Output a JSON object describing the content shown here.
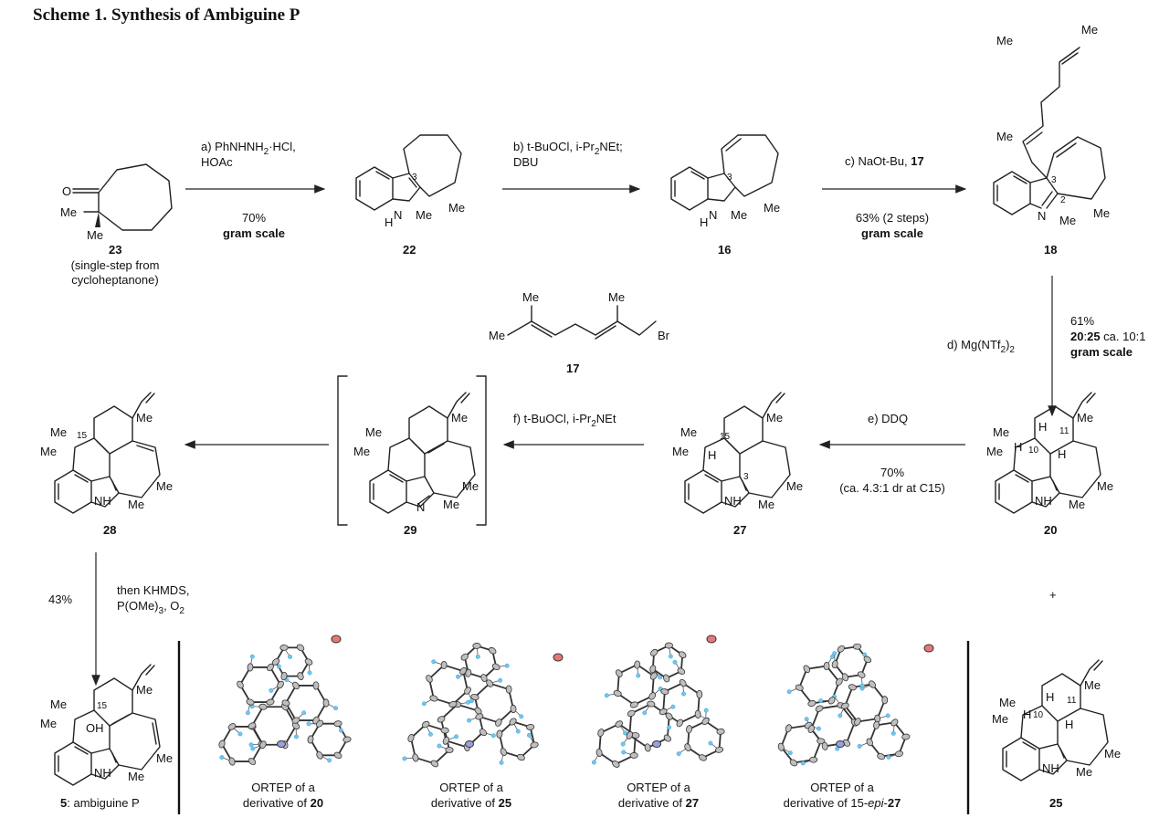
{
  "title": "Scheme 1. Synthesis of Ambiguine P",
  "compounds": {
    "c23": {
      "label": "23",
      "note1": "(single-step from",
      "note2": "cycloheptanone)"
    },
    "c22": {
      "label": "22"
    },
    "c16": {
      "label": "16"
    },
    "c18": {
      "label": "18"
    },
    "c17": {
      "label": "17"
    },
    "c20": {
      "label": "20"
    },
    "c27": {
      "label": "27"
    },
    "c29": {
      "label": "29"
    },
    "c28": {
      "label": "28"
    },
    "c5": {
      "label_num": "5",
      "label_rest": ": ambiguine P"
    },
    "c25": {
      "label": "25"
    }
  },
  "steps": {
    "a": {
      "line1": "a) PhNHNH",
      "line1b": "·HCl,",
      "line2": "HOAc",
      "yield": "70%",
      "scale": "gram scale"
    },
    "b": {
      "line1": "b) t-BuOCl, i-Pr",
      "line1b": "NEt;",
      "line2": "DBU"
    },
    "c": {
      "line1": "c) NaOt-Bu, ",
      "reagent": "17",
      "yield": "63% (2 steps)",
      "scale": "gram scale"
    },
    "d": {
      "reagent": "d) Mg(NTf",
      "reagent_tail": ")",
      "yield": "61%",
      "ratio_a": "20",
      "ratio_sep": ":",
      "ratio_b": "25",
      "ratio_tail": " ca. 10:1",
      "scale": "gram scale"
    },
    "e": {
      "reagent": "e) DDQ",
      "yield": "70%",
      "dr": "(ca. 4.3:1 dr at C15)"
    },
    "f": {
      "reagent": "f) t-BuOCl, i-Pr",
      "reagent_tail": "NEt"
    },
    "g": {
      "yield": "43%",
      "line1": "then KHMDS,",
      "line2": "P(OMe)",
      "line2b": ", O"
    }
  },
  "plus": "+",
  "ortep": [
    {
      "line1": "ORTEP of a",
      "line2": "derivative of ",
      "ref": "20"
    },
    {
      "line1": "ORTEP of a",
      "line2": "derivative of ",
      "ref": "25"
    },
    {
      "line1": "ORTEP of a",
      "line2": "derivative of ",
      "ref": "27"
    },
    {
      "line1": "ORTEP of a",
      "line2": "derivative of 15-",
      "epi": "epi",
      "dash": "-",
      "ref": "15-epi-27"
    }
  ],
  "atoms": {
    "me": "Me",
    "o": "O",
    "n": "N",
    "nh": "NH",
    "h": "H",
    "br": "Br",
    "oh": "OH"
  },
  "locants": {
    "c2": "2",
    "c3": "3",
    "c10": "10",
    "c11": "11",
    "c15": "15"
  },
  "colors": {
    "hydrogen": "#6fc8f2",
    "carbon": "#bfbfbf",
    "nitrogen": "#9aa0e0",
    "oxygen": "#e87878"
  }
}
